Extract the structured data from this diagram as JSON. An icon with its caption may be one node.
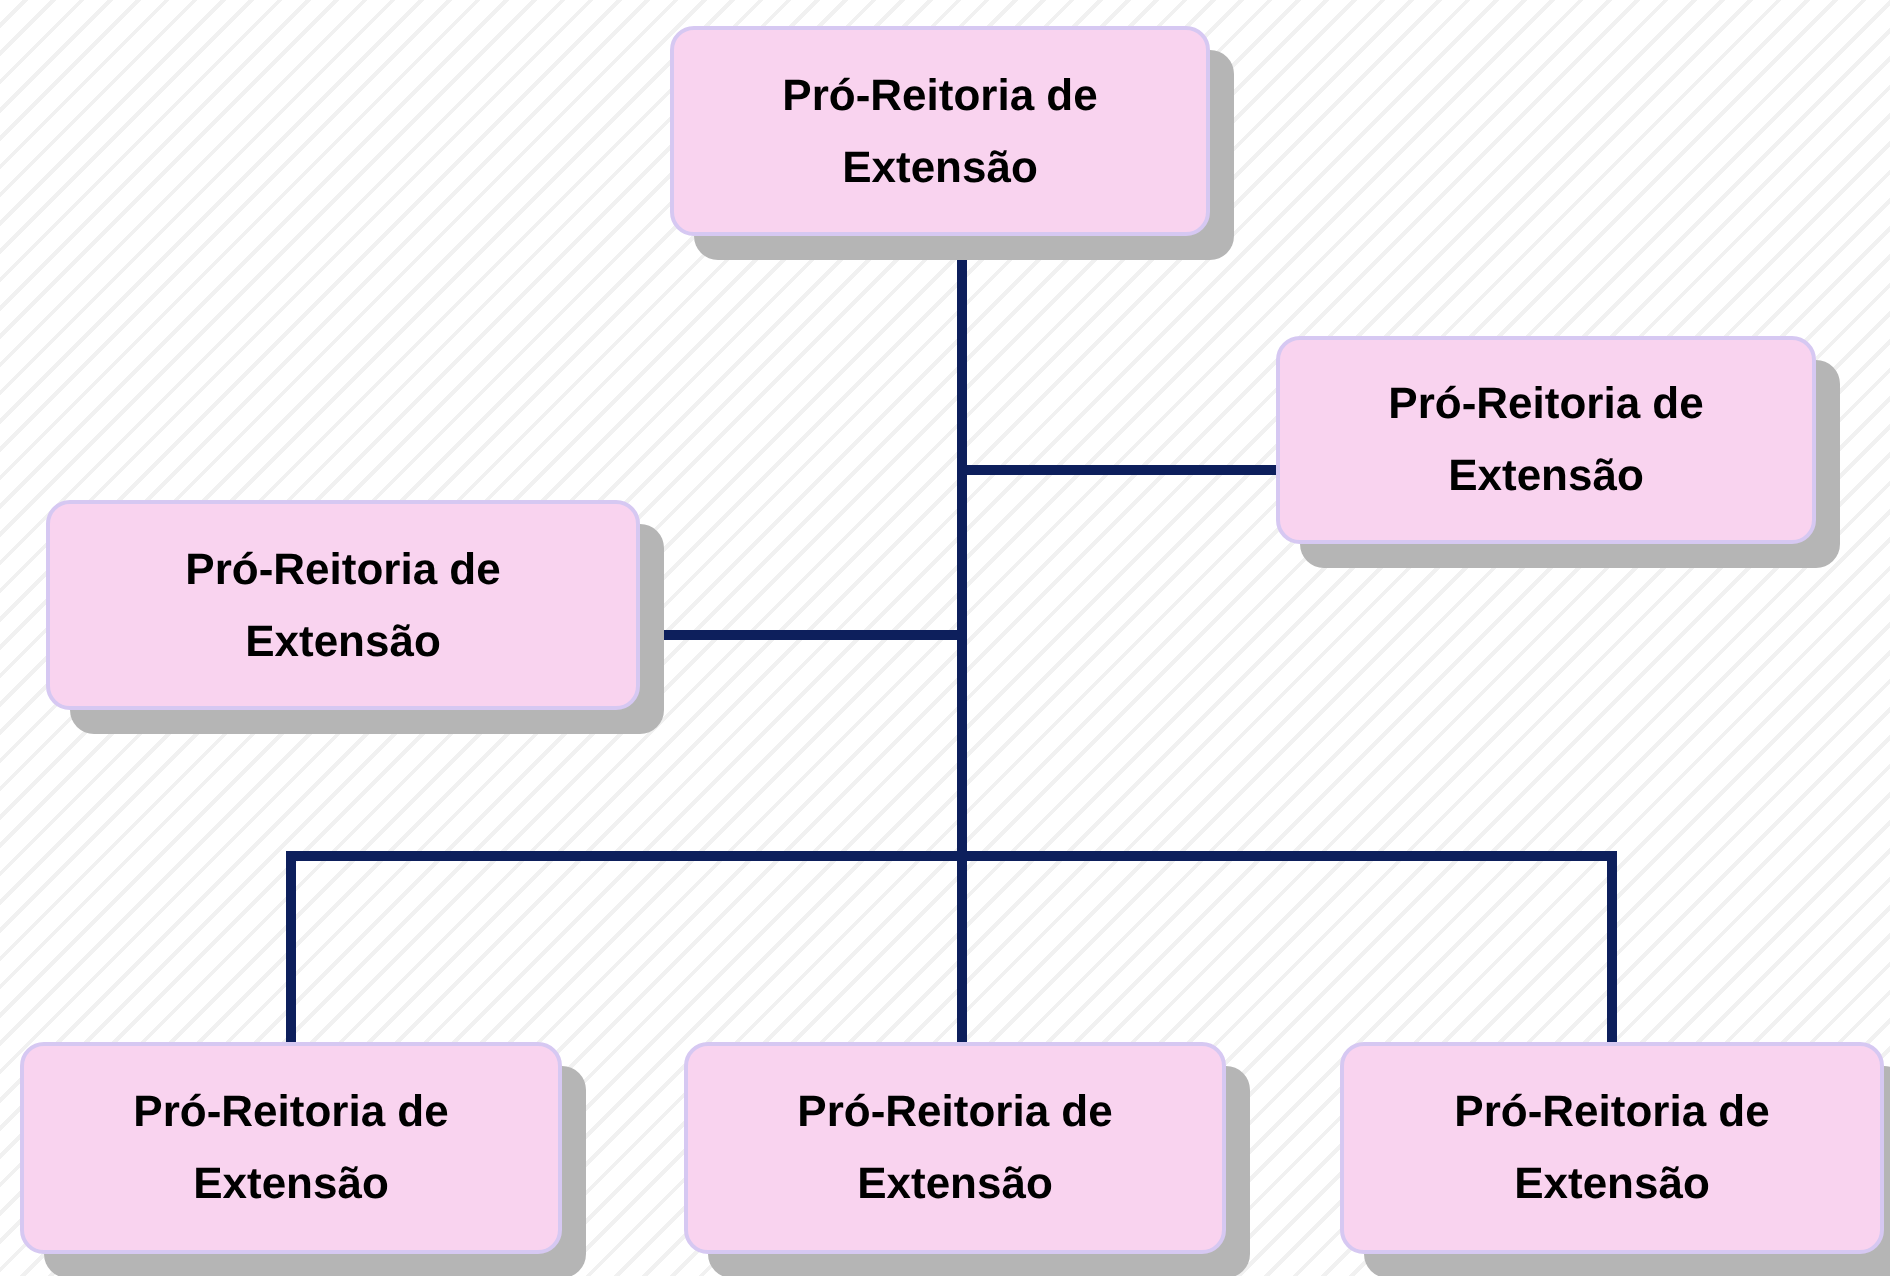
{
  "diagram": {
    "nodes": [
      {
        "text": [
          "Pró-Reitoria de Extensão"
        ]
      },
      {
        "text": [
          "Pró-Reitoria de Extensão"
        ]
      },
      {
        "text": [
          "Pró-Reitoria de Extensão"
        ]
      },
      {
        "text": [
          "Pró-Reitoria de Extensão"
        ]
      },
      {
        "text": [
          "Pró-Reitoria de Extensão"
        ]
      },
      {
        "text": [
          "Pró-Reitoria de Extensão"
        ]
      }
    ],
    "edges": [
      {
        "from": 0,
        "to": 1,
        "arrow": "none"
      },
      {
        "from": 0,
        "to": 2,
        "arrow": "none"
      },
      {
        "from": 0,
        "to": 3,
        "arrow": "none"
      },
      {
        "from": 0,
        "to": 4,
        "arrow": "none"
      },
      {
        "from": 0,
        "to": 5,
        "arrow": "none"
      }
    ]
  }
}
